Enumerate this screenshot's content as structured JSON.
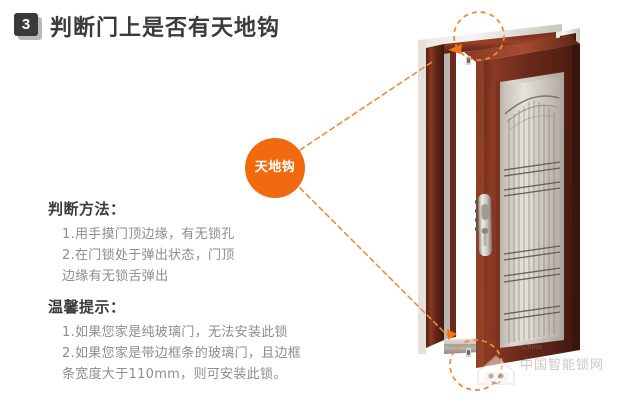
{
  "header": {
    "step_number": "3",
    "title": "判断门上是否有天地钩"
  },
  "callout": {
    "label": "天地钩"
  },
  "content": {
    "method": {
      "heading": "判断方法：",
      "items": [
        "1.用手摸门顶边缘，有无锁孔",
        "2.在门锁处于弹出状态，门顶\n边缘有无锁舌弹出"
      ]
    },
    "tips": {
      "heading": "温馨提示：",
      "items": [
        "1.如果您家是纯玻璃门，无法安装此锁",
        "2.如果您家是带边框条的玻璃门，且边框\n条宽度大于110mm，则可安装此锁。"
      ]
    }
  },
  "watermark": {
    "text_en": "China",
    "text_cn": "中国智能锁网"
  },
  "colors": {
    "accent_orange": "#f26a0f",
    "dash_orange": "#ef8b3c",
    "badge_dark": "#3a3a3a",
    "badge_shadow": "#b8b8b8",
    "heading_gray": "#3b3b3b",
    "body_gray": "#8d8d8d",
    "door_wood_dark": "#4a1d13",
    "door_wood_mid": "#7b3020",
    "door_wood_light": "#a4472c",
    "door_panel_silver": "#cfcac2"
  }
}
